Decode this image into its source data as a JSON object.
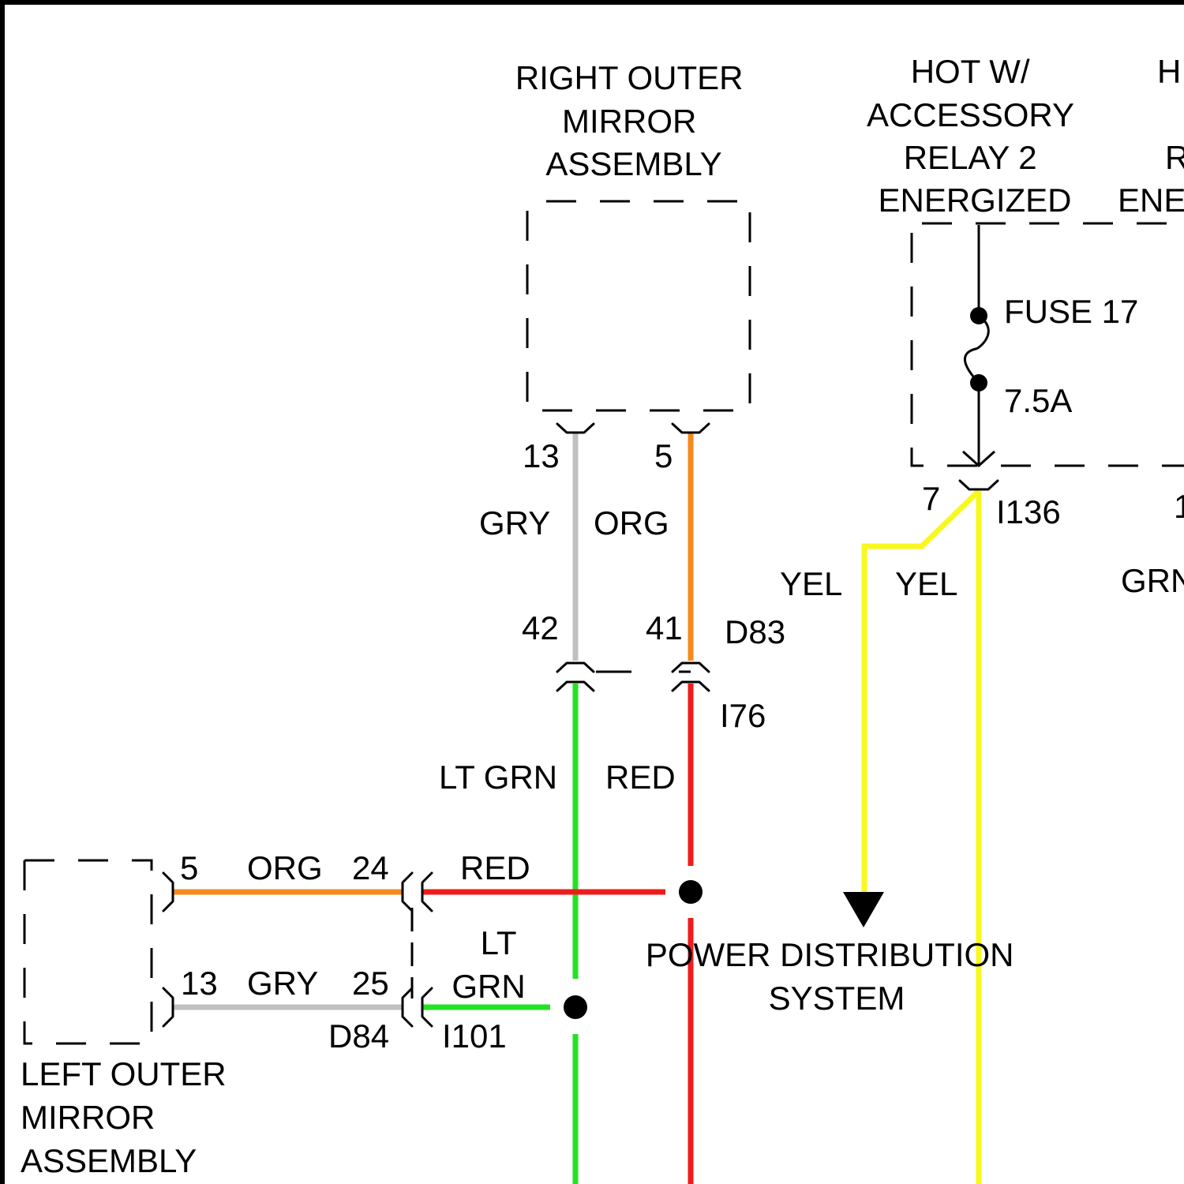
{
  "colors": {
    "gray": "#c0c0c0",
    "orange": "#f58a1f",
    "green": "#22e322",
    "red": "#ee1c1c",
    "yellow": "#f8f81e",
    "ink": "#000000"
  },
  "components": {
    "right_mirror": {
      "lines": [
        "RIGHT OUTER",
        "MIRROR",
        "ASSEMBLY"
      ]
    },
    "hot_relay2": {
      "lines": [
        "HOT W/",
        "ACCESSORY",
        "RELAY 2",
        "ENERGIZED"
      ]
    },
    "hot_other": {
      "lines": [
        "H",
        "R",
        "ENE"
      ]
    },
    "left_mirror": {
      "lines": [
        "LEFT OUTER",
        "MIRROR",
        "ASSEMBLY"
      ]
    },
    "power_dist": {
      "lines": [
        "POWER DISTRIBUTION",
        "SYSTEM"
      ]
    }
  },
  "fuse": {
    "name": "FUSE 17",
    "rating": "7.5A"
  },
  "connectors": {
    "d83": "D83",
    "i76": "I76",
    "i136": "I136",
    "d84": "D84",
    "i101": "I101"
  },
  "pins": {
    "rm_13": "13",
    "rm_5": "5",
    "d83_42": "42",
    "d83_41": "41",
    "i136_7": "7",
    "i136_other": "1",
    "lm_5": "5",
    "lm_13": "13",
    "d84_24": "24",
    "d84_25": "25"
  },
  "wire_labels": {
    "gry_upper": "GRY",
    "org_upper": "ORG",
    "yel_left": "YEL",
    "yel_right": "YEL",
    "grn_right": "GRN",
    "ltgrn_mid": "LT GRN",
    "red_mid": "RED",
    "org_left": "ORG",
    "gry_left": "GRY",
    "red_horizontal": "RED",
    "ltgrn_horizontal": [
      "LT",
      "GRN"
    ]
  }
}
